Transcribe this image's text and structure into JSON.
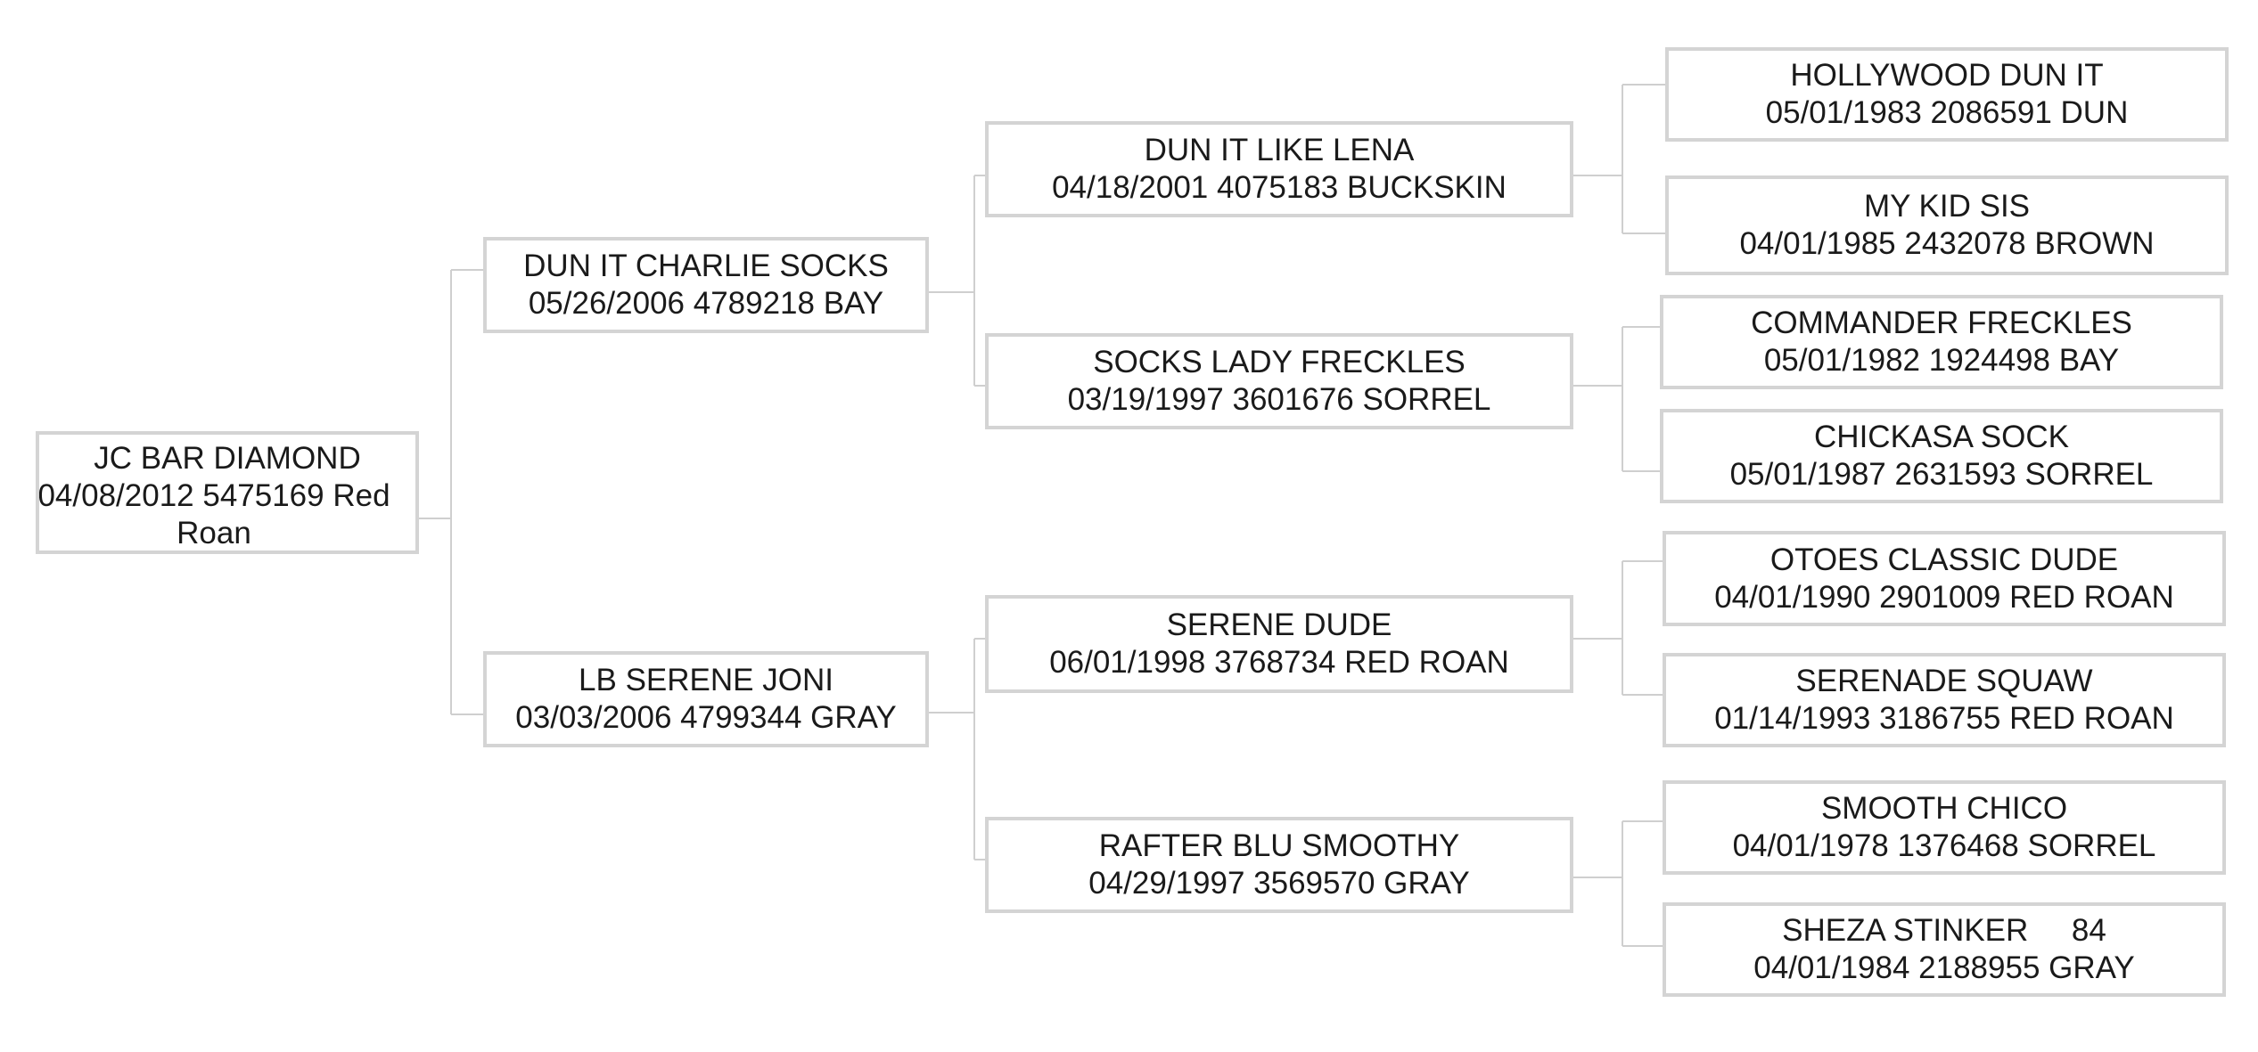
{
  "pedigree": {
    "subject": {
      "name": "JC BAR DIAMOND",
      "details": "04/08/2012 5475169 Red Roan"
    },
    "sire": {
      "name": "DUN IT CHARLIE SOCKS",
      "details": "05/26/2006 4789218 BAY"
    },
    "dam": {
      "name": "LB SERENE JONI",
      "details": "03/03/2006 4799344 GRAY"
    },
    "sire_sire": {
      "name": "DUN IT LIKE LENA",
      "details": "04/18/2001 4075183 BUCKSKIN"
    },
    "sire_dam": {
      "name": "SOCKS LADY FRECKLES",
      "details": "03/19/1997 3601676 SORREL"
    },
    "dam_sire": {
      "name": "SERENE DUDE",
      "details": "06/01/1998 3768734 RED ROAN"
    },
    "dam_dam": {
      "name": "RAFTER BLU SMOOTHY",
      "details": "04/29/1997 3569570 GRAY"
    },
    "sire_sire_sire": {
      "name": "HOLLYWOOD DUN IT",
      "details": "05/01/1983 2086591 DUN"
    },
    "sire_sire_dam": {
      "name": "MY KID SIS",
      "details": "04/01/1985 2432078 BROWN"
    },
    "sire_dam_sire": {
      "name": "COMMANDER FRECKLES",
      "details": "05/01/1982 1924498 BAY"
    },
    "sire_dam_dam": {
      "name": "CHICKASA SOCK",
      "details": "05/01/1987 2631593 SORREL"
    },
    "dam_sire_sire": {
      "name": "OTOES CLASSIC DUDE",
      "details": "04/01/1990 2901009 RED ROAN"
    },
    "dam_sire_dam": {
      "name": "SERENADE SQUAW",
      "details": "01/14/1993 3186755 RED ROAN"
    },
    "dam_dam_sire": {
      "name": "SMOOTH CHICO",
      "details": "04/01/1978 1376468 SORREL"
    },
    "dam_dam_dam": {
      "name": "SHEZA STINKER     84",
      "details": "04/01/1984 2188955 GRAY"
    }
  }
}
